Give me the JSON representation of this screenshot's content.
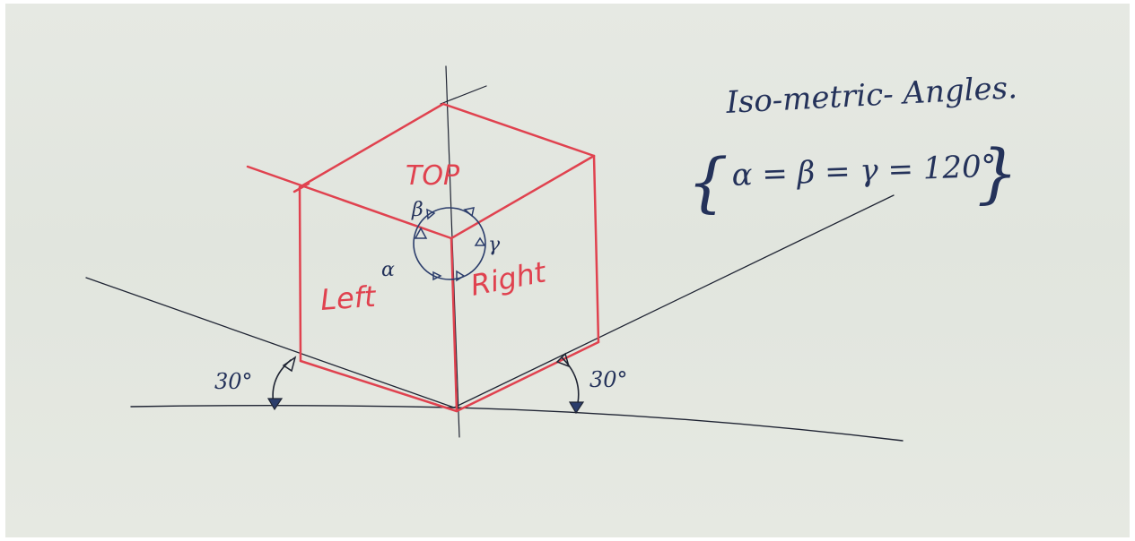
{
  "title": "Iso-metric- Angles.",
  "equation": "α = β = γ = 120°",
  "brace_open": "{",
  "brace_close": "}",
  "faces": {
    "top": "TOP",
    "left": "Left",
    "right": "Right"
  },
  "angles": {
    "alpha": "α",
    "beta": "β",
    "gamma": "γ"
  },
  "angle_left": "30°",
  "angle_right": "30°",
  "colors": {
    "cube": "#e0424f",
    "ink": "#1f2433",
    "paper": "#e3e7e0"
  }
}
